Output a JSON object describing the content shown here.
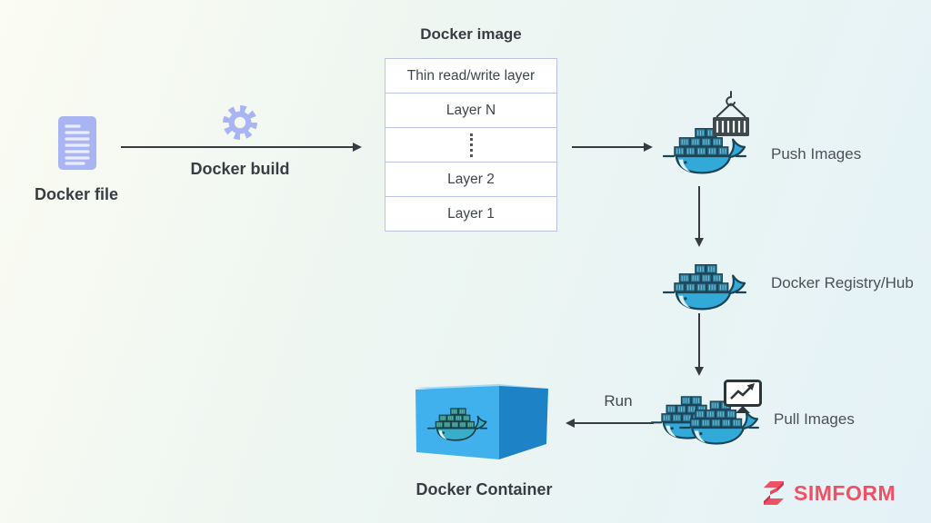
{
  "diagram": {
    "docker_file": {
      "label": "Docker file"
    },
    "docker_build": {
      "label": "Docker build"
    },
    "docker_image": {
      "title": "Docker image",
      "layers": [
        "Thin read/write layer",
        "Layer N",
        "Layer 2",
        "Layer 1"
      ]
    },
    "push": {
      "label": "Push Images"
    },
    "registry": {
      "label": "Docker Registry/Hub"
    },
    "pull": {
      "label": "Pull Images"
    },
    "run": {
      "label": "Run"
    },
    "container": {
      "label": "Docker Container"
    }
  },
  "branding": {
    "name": "SIMFORM"
  },
  "colors": {
    "accent_periwinkle": "#a9b4f2",
    "stack_border": "#b9c3ea",
    "whale_blue": "#33a9d8",
    "container_front": "#41b1ed",
    "container_side": "#1e82c6",
    "container_top": "#a6dbf4",
    "brand_red": "#ee5064",
    "arrow": "#363c41",
    "background_left": "#fbfcf3",
    "background_right": "#e4f2f7"
  }
}
